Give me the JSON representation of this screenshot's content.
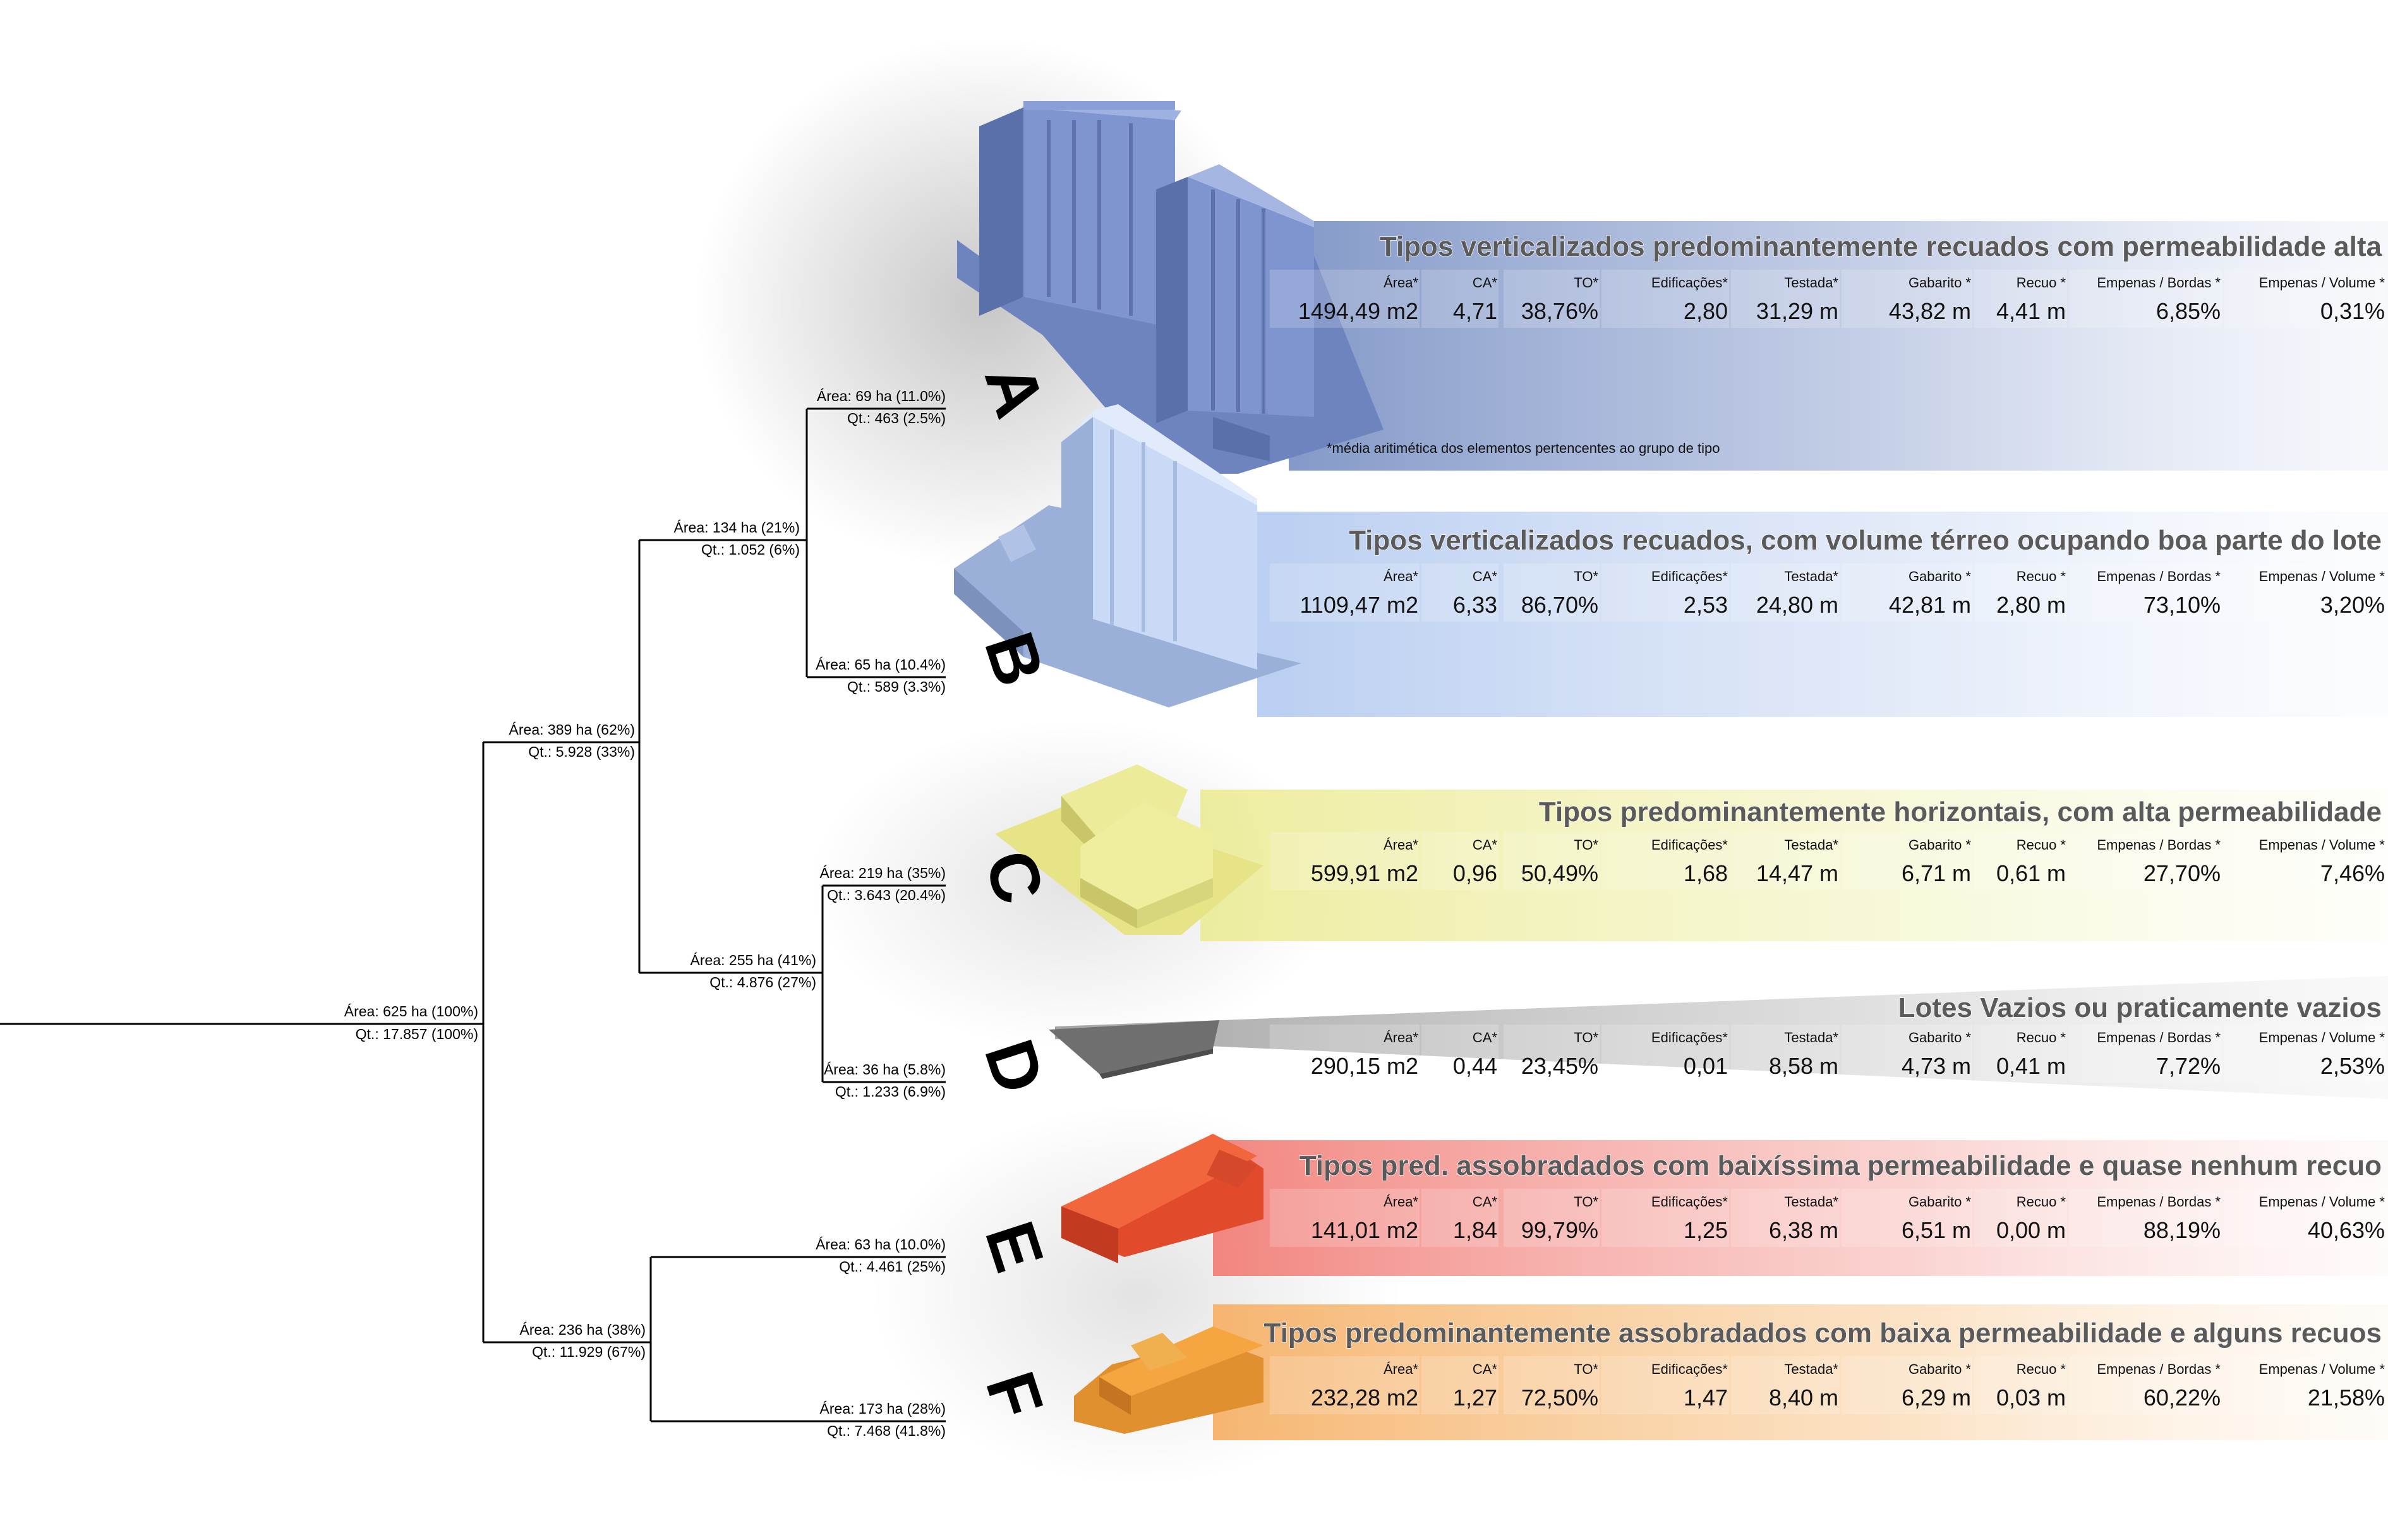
{
  "tree": {
    "root": {
      "area": "Área: 625 ha (100%)",
      "qt": "Qt.: 17.857 (100%)"
    },
    "n1": {
      "area": "Área: 389 ha (62%)",
      "qt": "Qt.: 5.928 (33%)"
    },
    "n2": {
      "area": "Área: 134 ha (21%)",
      "qt": "Qt.: 1.052 (6%)"
    },
    "nA": {
      "area": "Área: 69 ha (11.0%)",
      "qt": "Qt.: 463 (2.5%)"
    },
    "nB": {
      "area": "Área: 65 ha (10.4%)",
      "qt": "Qt.: 589 (3.3%)"
    },
    "n3": {
      "area": "Área: 255 ha (41%)",
      "qt": "Qt.: 4.876 (27%)"
    },
    "nC": {
      "area": "Área: 219 ha (35%)",
      "qt": "Qt.: 3.643 (20.4%)"
    },
    "nD": {
      "area": "Área: 36 ha (5.8%)",
      "qt": "Qt.: 1.233 (6.9%)"
    },
    "n4": {
      "area": "Área: 236 ha (38%)",
      "qt": "Qt.: 11.929 (67%)"
    },
    "nE": {
      "area": "Área: 63 ha (10.0%)",
      "qt": "Qt.: 4.461 (25%)"
    },
    "nF": {
      "area": "Área: 173 ha (28%)",
      "qt": "Qt.: 7.468 (41.8%)"
    }
  },
  "headers": [
    "Área*",
    "CA*",
    "TO*",
    "Edificações*",
    "Testada*",
    "Gabarito *",
    "Recuo *",
    "Empenas / Bordas *",
    "Empenas / Volume *"
  ],
  "footnote": "*média aritimética dos elementos pertencentes ao grupo de tipo",
  "groups": [
    {
      "letter": "A",
      "title": "Tipos verticalizados predominantemente recuados com permeabilidade alta",
      "color": "#7e94c6",
      "values": [
        "1494,49 m2",
        "4,71",
        "38,76%",
        "2,80",
        "31,29 m",
        "43,82 m",
        "4,41 m",
        "6,85%",
        "0,31%"
      ]
    },
    {
      "letter": "B",
      "title": "Tipos verticalizados recuados, com volume térreo ocupando boa parte do lote",
      "color": "#b6ccf0",
      "values": [
        "1109,47 m2",
        "6,33",
        "86,70%",
        "2,53",
        "24,80 m",
        "42,81 m",
        "2,80 m",
        "73,10%",
        "3,20%"
      ]
    },
    {
      "letter": "C",
      "title": "Tipos predominantemente horizontais, com alta permeabilidade",
      "color": "#ecec9a",
      "values": [
        "599,91 m2",
        "0,96",
        "50,49%",
        "1,68",
        "14,47 m",
        "6,71 m",
        "0,61 m",
        "27,70%",
        "7,46%"
      ]
    },
    {
      "letter": "D",
      "title": "Lotes Vazios ou praticamente vazios",
      "color": "#9a9a9a",
      "values": [
        "290,15 m2",
        "0,44",
        "23,45%",
        "0,01",
        "8,58 m",
        "4,73 m",
        "0,41 m",
        "7,72%",
        "2,53%"
      ]
    },
    {
      "letter": "E",
      "title": "Tipos pred. assobradados com baixíssima permeabilidade e quase nenhum recuo",
      "color": "#f2807a",
      "values": [
        "141,01 m2",
        "1,84",
        "99,79%",
        "1,25",
        "6,38 m",
        "6,51 m",
        "0,00 m",
        "88,19%",
        "40,63%"
      ]
    },
    {
      "letter": "F",
      "title": "Tipos predominantemente assobradados com baixa permeabilidade e alguns recuos",
      "color": "#f6b26a",
      "values": [
        "232,28 m2",
        "1,27",
        "72,50%",
        "1,47",
        "8,40 m",
        "6,29 m",
        "0,03 m",
        "60,22%",
        "21,58%"
      ]
    }
  ]
}
